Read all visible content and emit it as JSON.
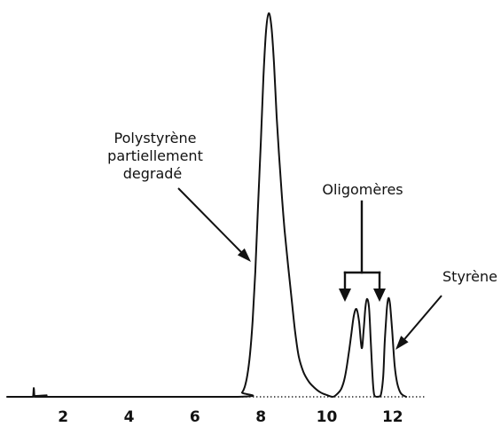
{
  "chart_data": {
    "type": "line",
    "xlabel": "",
    "ylabel": "",
    "xlim": [
      0.3,
      13.0
    ],
    "ylim": [
      0,
      100
    ],
    "xticks": [
      2,
      4,
      6,
      8,
      10,
      12
    ],
    "grid": false,
    "legend": "none",
    "baseline_dotted_range": [
      7.43,
      13.0
    ],
    "series": [
      {
        "color": "#111111",
        "points": [
          [
            0.3,
            0
          ],
          [
            1.05,
            0
          ],
          [
            1.09,
            0.3
          ],
          [
            1.11,
            2.3
          ],
          [
            1.13,
            0.2
          ],
          [
            1.16,
            0
          ],
          [
            1.45,
            0
          ],
          [
            1.5,
            0.4
          ],
          [
            1.55,
            0
          ],
          [
            7.3,
            0
          ],
          [
            7.43,
            1.1
          ],
          [
            7.51,
            2.6
          ],
          [
            7.59,
            5.6
          ],
          [
            7.67,
            11.0
          ],
          [
            7.75,
            19.8
          ],
          [
            7.83,
            32.5
          ],
          [
            7.91,
            48.7
          ],
          [
            8.0,
            66.7
          ],
          [
            8.08,
            83.5
          ],
          [
            8.16,
            95.6
          ],
          [
            8.24,
            100
          ],
          [
            8.32,
            96.5
          ],
          [
            8.4,
            87
          ],
          [
            8.48,
            73
          ],
          [
            8.56,
            62
          ],
          [
            8.64,
            52
          ],
          [
            8.72,
            43.5
          ],
          [
            8.83,
            34
          ],
          [
            8.94,
            25
          ],
          [
            9.04,
            17
          ],
          [
            9.15,
            10.5
          ],
          [
            9.29,
            6.5
          ],
          [
            9.45,
            4
          ],
          [
            9.61,
            2.5
          ],
          [
            9.8,
            1.2
          ],
          [
            9.99,
            0.5
          ],
          [
            10.18,
            0
          ],
          [
            10.31,
            0.7
          ],
          [
            10.44,
            2.1
          ],
          [
            10.55,
            5.1
          ],
          [
            10.66,
            10.9
          ],
          [
            10.74,
            16
          ],
          [
            10.82,
            21.1
          ],
          [
            10.9,
            22.9
          ],
          [
            10.98,
            19.7
          ],
          [
            11.06,
            12.7
          ],
          [
            11.12,
            17.4
          ],
          [
            11.17,
            23.1
          ],
          [
            11.22,
            25.5
          ],
          [
            11.28,
            23.4
          ],
          [
            11.33,
            15.5
          ],
          [
            11.39,
            5.1
          ],
          [
            11.44,
            0.5
          ],
          [
            11.52,
            0
          ],
          [
            11.63,
            0.2
          ],
          [
            11.71,
            5.1
          ],
          [
            11.76,
            14.4
          ],
          [
            11.82,
            22.5
          ],
          [
            11.87,
            25.7
          ],
          [
            11.92,
            24.1
          ],
          [
            11.98,
            17.8
          ],
          [
            12.06,
            8.1
          ],
          [
            12.14,
            3.5
          ],
          [
            12.25,
            0.9
          ],
          [
            12.41,
            0
          ]
        ]
      }
    ],
    "annotations": [
      {
        "lines": [
          "Polystyrène",
          "partiellement",
          "degradé"
        ]
      },
      {
        "lines": [
          "Oligomères"
        ]
      },
      {
        "lines": [
          "Styrène"
        ]
      }
    ]
  }
}
